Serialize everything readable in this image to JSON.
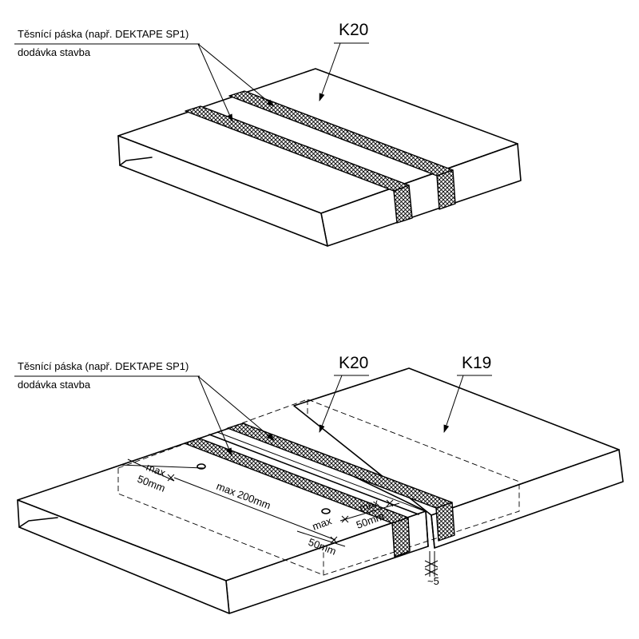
{
  "top_detail": {
    "tape_label_line1": "Těsnící páska (např. DEKTAPE SP1)",
    "tape_label_line2": "dodávka stavba",
    "element_tag": "K20"
  },
  "bottom_detail": {
    "tape_label_line1": "Těsnící páska (např. DEKTAPE SP1)",
    "tape_label_line2": "dodávka stavba",
    "element_tag_left": "K20",
    "element_tag_right": "K19",
    "dim_max_1": "max",
    "dim_50mm_1": "50mm",
    "dim_max_200": "max 200mm",
    "dim_max_2": "max",
    "dim_50mm_2": "50mm",
    "dim_max_3": "max",
    "dim_50mm_3": "50mm",
    "gap_label": "~5"
  }
}
